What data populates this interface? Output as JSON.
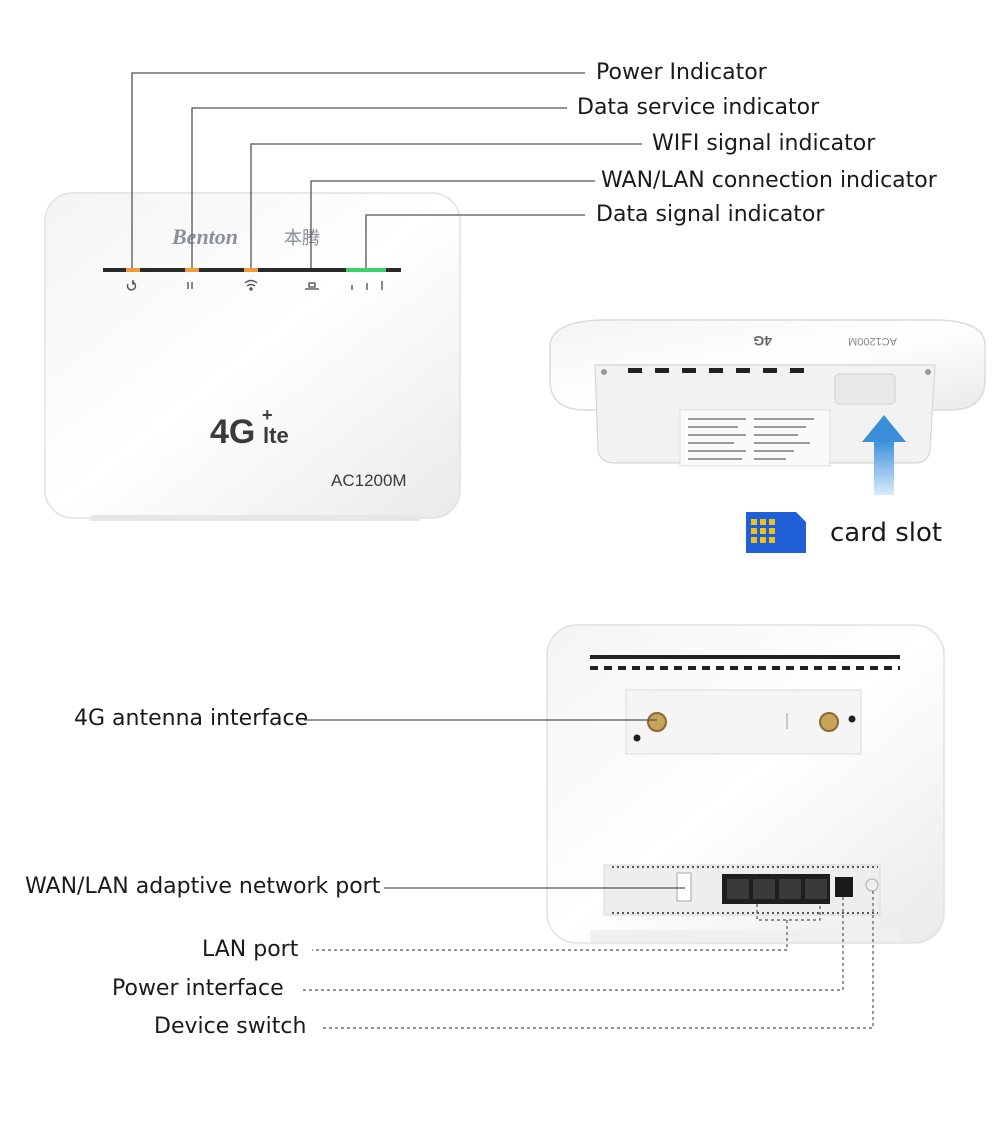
{
  "front_device": {
    "brand": "Benton",
    "brand_cjk": "本腾",
    "lte_badge": "4G",
    "lte_suffix": "lte",
    "lte_plus": "+",
    "model": "AC1200M"
  },
  "indicator_labels": [
    "Power Indicator",
    "Data service indicator",
    "WIFI signal indicator",
    "WAN/LAN connection indicator",
    "Data signal indicator"
  ],
  "bottom_device": {
    "lte_badge": "4G",
    "side_text": "AC1200M",
    "card_slot_label": "card slot"
  },
  "rear_labels": {
    "antenna": "4G antenna interface",
    "wan_lan": "WAN/LAN adaptive network port",
    "lan": "LAN port",
    "power": "Power interface",
    "switch": "Device switch"
  },
  "colors": {
    "led_orange": "#f29a3a",
    "led_green": "#3ecf6a",
    "arrow_blue": "#6bb6ea",
    "sim_blue": "#1f5fd8",
    "sim_gold": "#f2c21b",
    "line_gray": "#555555"
  }
}
